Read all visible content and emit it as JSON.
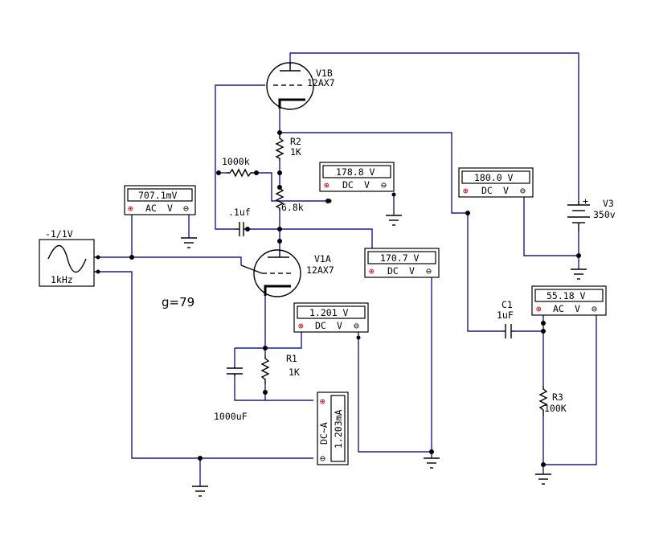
{
  "source": {
    "amplitude": "-1/1V",
    "frequency": "1kHz"
  },
  "tubes": {
    "v1a": {
      "ref": "V1A",
      "type": "12AX7"
    },
    "v1b": {
      "ref": "V1B",
      "type": "12AX7"
    }
  },
  "supply": {
    "ref": "V3",
    "value": "350v",
    "plus": "+"
  },
  "components": {
    "r2": {
      "ref": "R2",
      "value": "1K"
    },
    "r1": {
      "ref": "R1",
      "value": "1K"
    },
    "r3": {
      "ref": "R3",
      "value": "100K"
    },
    "rbias": {
      "value": "1000k"
    },
    "rload": {
      "value": "6.8k"
    },
    "cgrid": {
      "value": ".1uf"
    },
    "cbypass": {
      "value": "1000uF"
    },
    "c1": {
      "ref": "C1",
      "value": "1uF"
    }
  },
  "gain_note": "g=79",
  "meters": {
    "input_ac": {
      "reading": "707.1mV",
      "mode": "AC",
      "unit": "V",
      "plus": "⊕",
      "minus": "⊖"
    },
    "node_dc": {
      "reading": "178.8 V",
      "mode": "DC",
      "unit": "V",
      "plus": "⊕",
      "minus": "⊖"
    },
    "supply_dc": {
      "reading": "180.0 V",
      "mode": "DC",
      "unit": "V",
      "plus": "⊕",
      "minus": "⊖"
    },
    "plate_dc": {
      "reading": "170.7 V",
      "mode": "DC",
      "unit": "V",
      "plus": "⊕",
      "minus": "⊖"
    },
    "cathode_dc": {
      "reading": "1.201 V",
      "mode": "DC",
      "unit": "V",
      "plus": "⊕",
      "minus": "⊖"
    },
    "output_ac": {
      "reading": "55.18 V",
      "mode": "AC",
      "unit": "V",
      "plus": "⊕",
      "minus": "⊖"
    },
    "cathode_current": {
      "reading": "1.203mA",
      "mode": "DC~A",
      "plus": "⊕",
      "minus": "⊖"
    }
  }
}
